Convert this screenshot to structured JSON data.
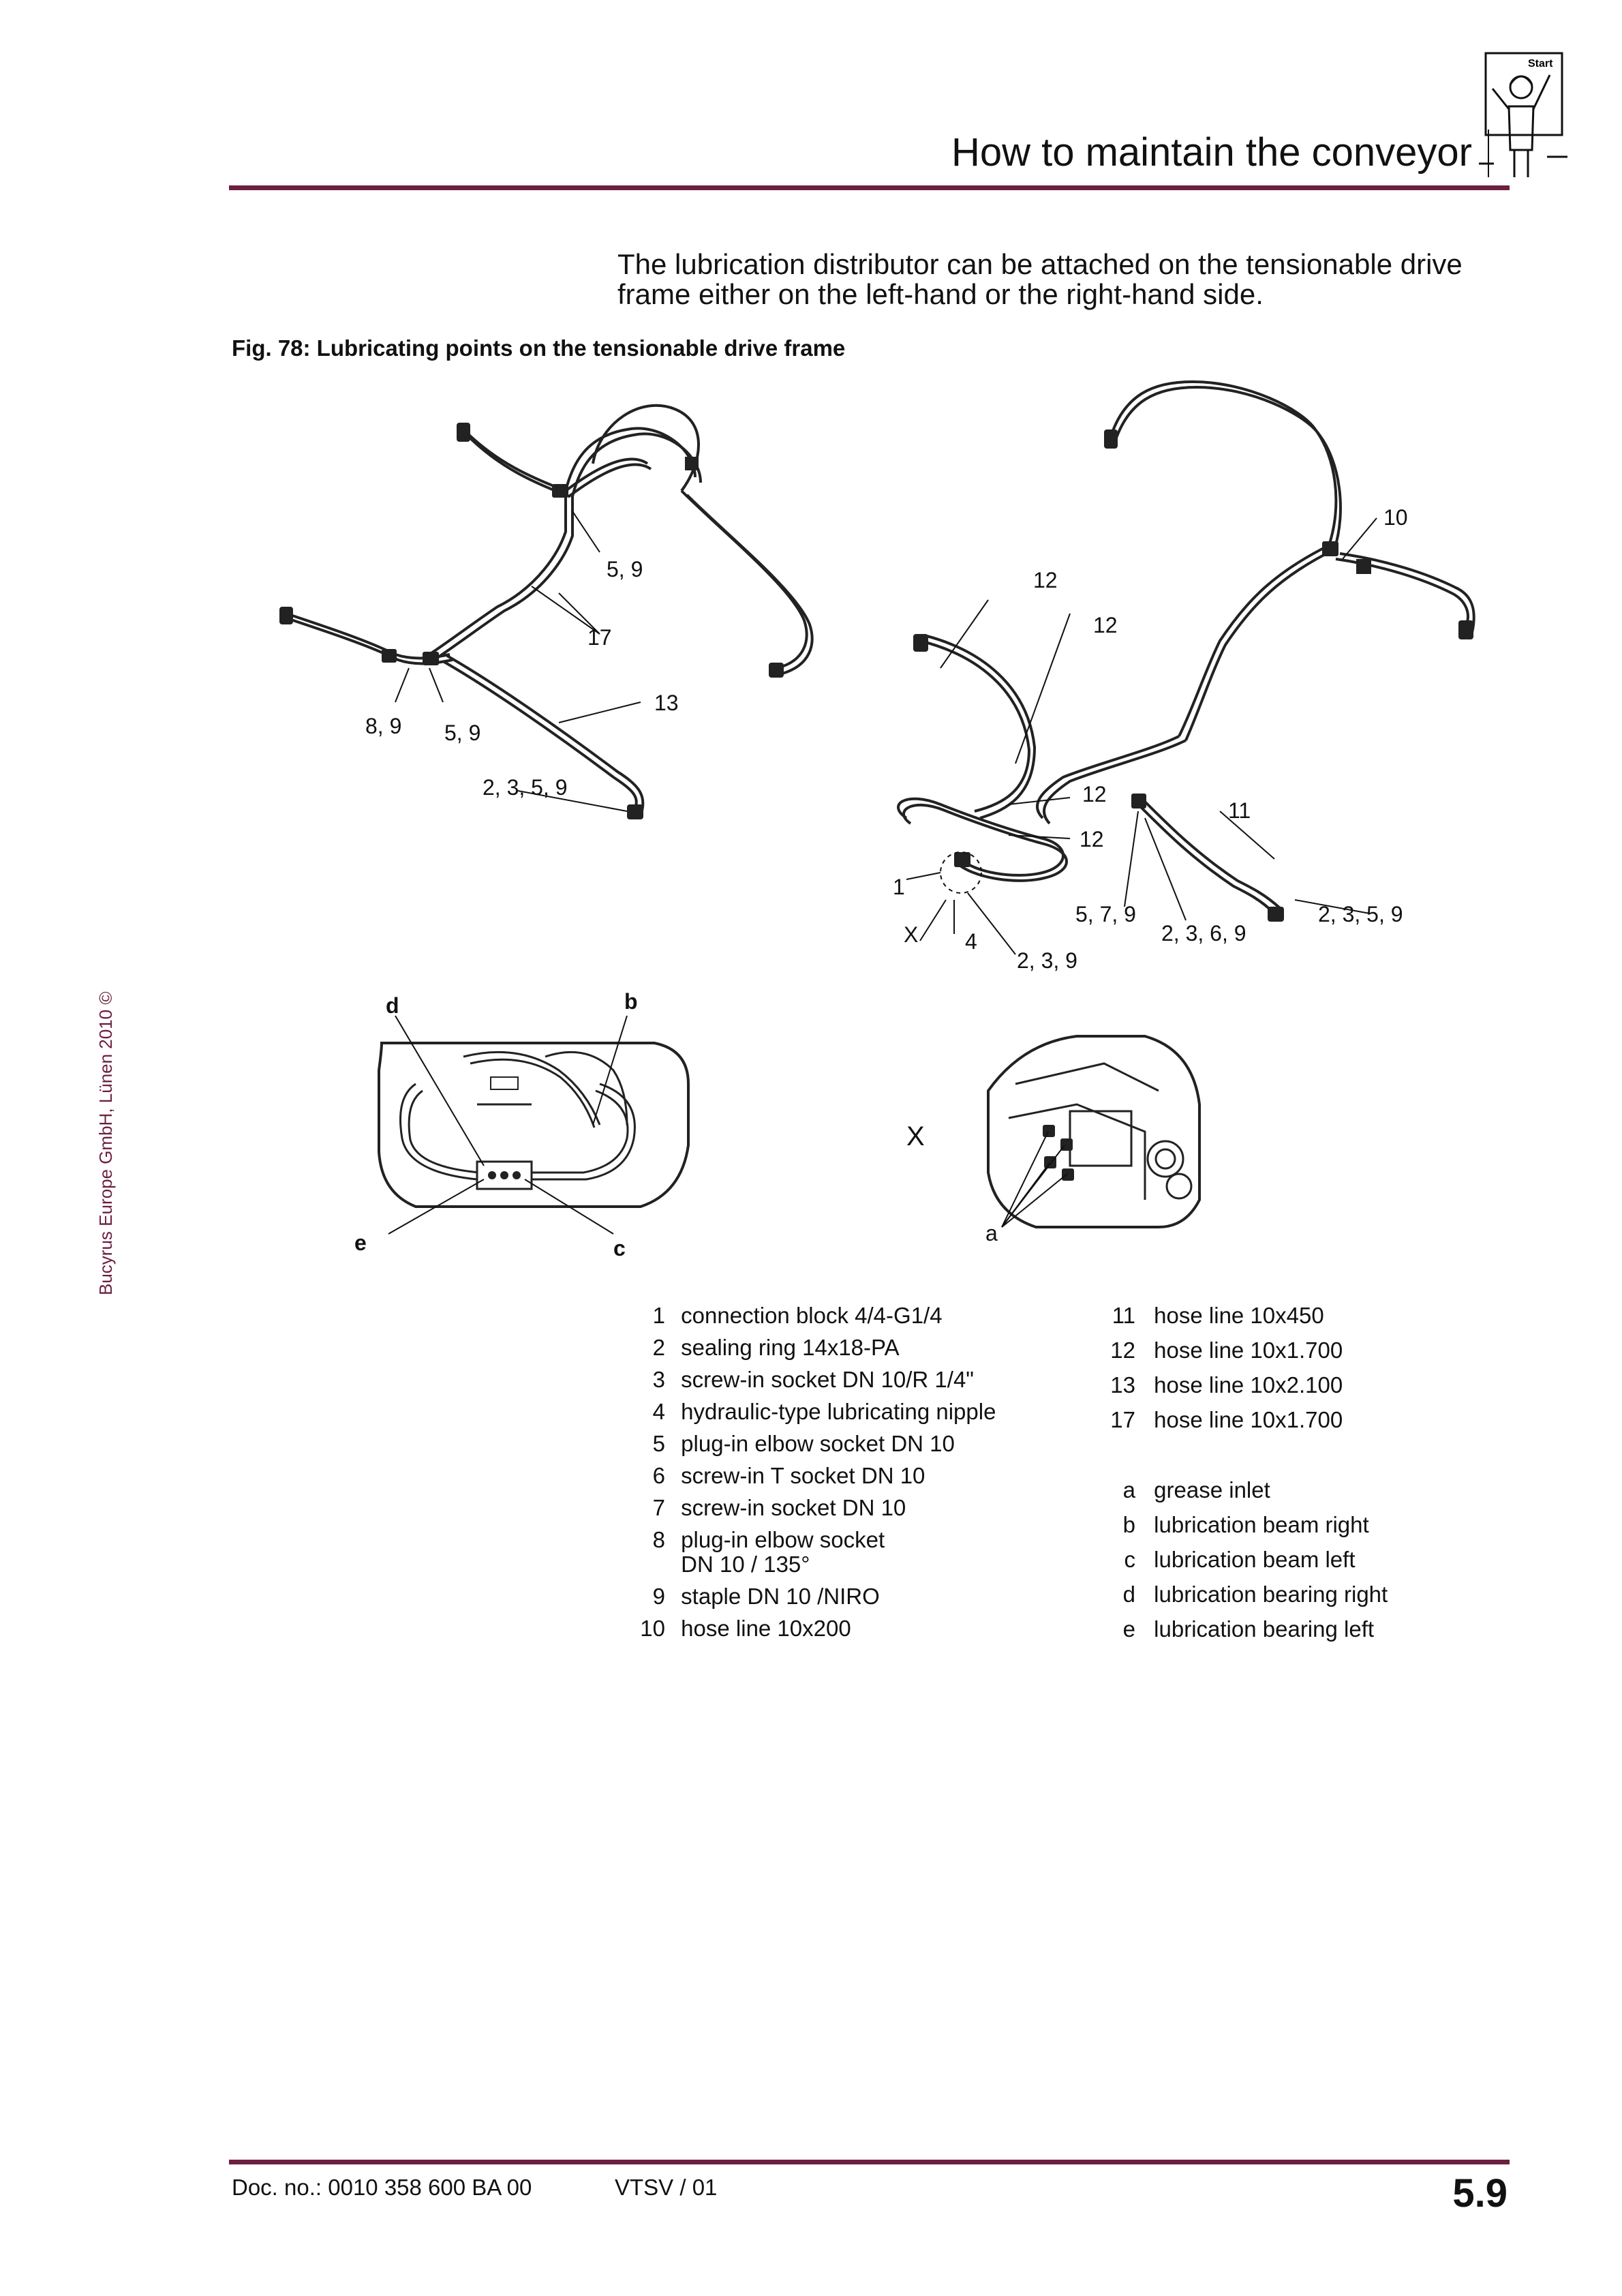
{
  "header": {
    "title": "How to maintain the conveyor",
    "start_label": "Start"
  },
  "intro": {
    "text": "The lubrication distributor can be attached on the tensionable drive frame either on the left-hand or the right-hand side."
  },
  "figure": {
    "caption": "Fig. 78:  Lubricating points on the tensionable drive frame",
    "left_callouts": [
      "5, 9",
      "17",
      "13",
      "8, 9",
      "5, 9",
      "2, 3, 5, 9"
    ],
    "right_callouts": [
      "10",
      "12",
      "12",
      "12",
      "12",
      "11",
      "1",
      "X",
      "4",
      "2, 3, 9",
      "5, 7, 9",
      "2, 3, 6, 9",
      "2, 3, 5, 9"
    ],
    "detail_callouts": [
      "d",
      "b",
      "e",
      "c"
    ],
    "x_detail": {
      "label": "X",
      "callout": "a"
    }
  },
  "copyright": "Bucyrus Europe GmbH, Lünen 2010 ©",
  "legend_left": [
    {
      "key": "1",
      "text": "connection block 4/4-G1/4"
    },
    {
      "key": "2",
      "text": "sealing ring 14x18-PA"
    },
    {
      "key": "3",
      "text": "screw-in socket DN 10/R 1/4\""
    },
    {
      "key": "4",
      "text": "hydraulic-type lubricating nipple"
    },
    {
      "key": "5",
      "text": "plug-in elbow socket DN 10"
    },
    {
      "key": "6",
      "text": "screw-in T socket DN 10"
    },
    {
      "key": "7",
      "text": "screw-in socket DN 10"
    },
    {
      "key": "8",
      "text": "plug-in elbow socket",
      "text2": "DN 10 / 135°"
    },
    {
      "key": "9",
      "text": "staple DN 10 /NIRO"
    },
    {
      "key": "10",
      "text": "hose line 10x200"
    }
  ],
  "legend_right": [
    {
      "key": "11",
      "text": "hose line 10x450"
    },
    {
      "key": "12",
      "text": "hose line 10x1.700"
    },
    {
      "key": "13",
      "text": "hose line 10x2.100"
    },
    {
      "key": "17",
      "text": "hose line 10x1.700"
    }
  ],
  "legend_letters": [
    {
      "key": "a",
      "text": "grease inlet"
    },
    {
      "key": "b",
      "text": "lubrication beam right"
    },
    {
      "key": "c",
      "text": "lubrication beam left"
    },
    {
      "key": "d",
      "text": "lubrication bearing right"
    },
    {
      "key": "e",
      "text": "lubrication bearing left"
    }
  ],
  "footer": {
    "doc_no": "Doc. no.: 0010 358 600 BA 00",
    "version": "VTSV / 01",
    "page": "5.9"
  },
  "colors": {
    "accent": "#6d1f3f"
  }
}
